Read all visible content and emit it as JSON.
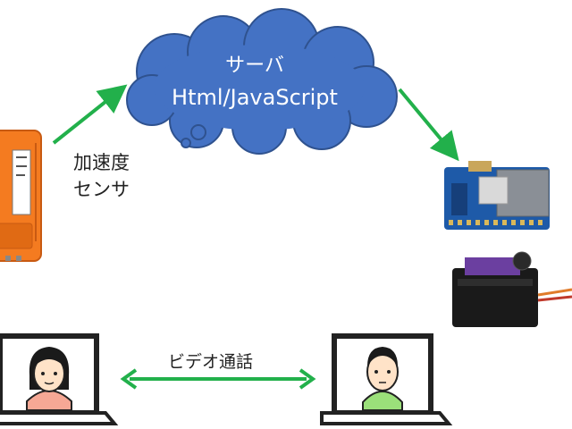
{
  "server": {
    "title": "サーバ",
    "subtitle": "Html/JavaScript"
  },
  "sensor": {
    "line1": "加速度",
    "line2": "センサ"
  },
  "video_call": {
    "label": "ビデオ通話"
  },
  "colors": {
    "cloud": "#4472C4",
    "cloud_border": "#2F528F",
    "arrow": "#22B04B",
    "device": "#F47B20",
    "board": "#1E5AA8",
    "servo": "#1A1A1A",
    "person_left_shirt": "#F6A895",
    "person_right_shirt": "#9BE07A"
  },
  "icons": [
    "cloud-icon",
    "m5stick-device-icon",
    "esp32-board-icon",
    "servo-motor-icon",
    "laptop-icon",
    "person-icon"
  ]
}
